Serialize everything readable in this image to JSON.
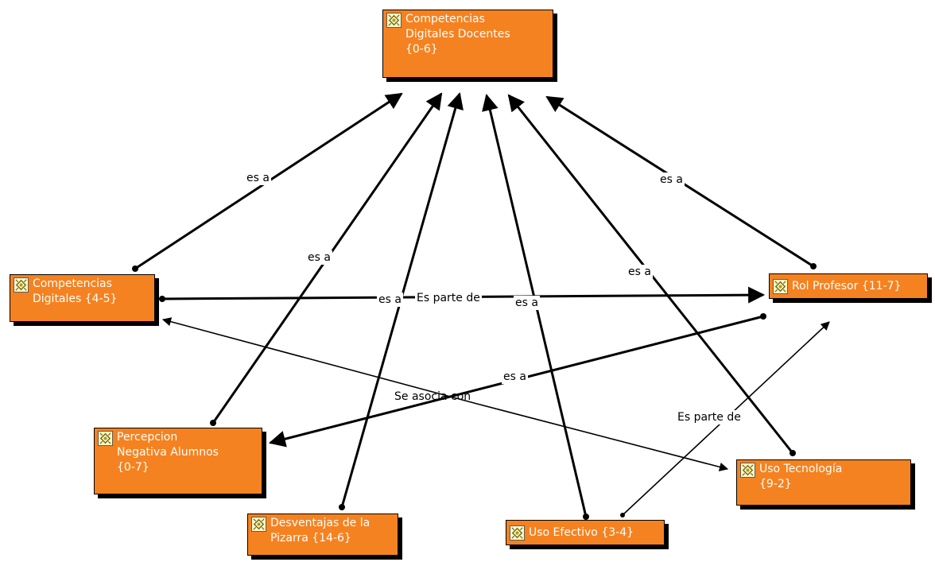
{
  "nodes": {
    "cdd": "Competencias\nDigitales Docentes\n{0-6}",
    "cd": "Competencias\nDigitales {4-5}",
    "rol": "Rol Profesor {11-7}",
    "pna": "Percepcion\nNegativa Alumnos\n{0-7}",
    "des": "Desventajas de la\nPizarra {14-6}",
    "ue": "Uso Efectivo {3-4}",
    "ut": "Uso Tecnología\n{9-2}"
  },
  "edge_labels": {
    "cd_cdd": "es a",
    "pna_cdd": "es a",
    "ut_cdd": "es a",
    "rol_cdd": "es a",
    "des_cdd": "es a",
    "ue_cdd": "es a",
    "cd_rol": "Es parte de",
    "pna_rol": "es a",
    "ut_cd": "Se asocia con",
    "ue_rol": "Es parte de"
  },
  "colors": {
    "node_fill": "#f58220",
    "node_border": "#000000",
    "line": "#000000"
  },
  "icons": {
    "node_icon": "code-icon"
  }
}
